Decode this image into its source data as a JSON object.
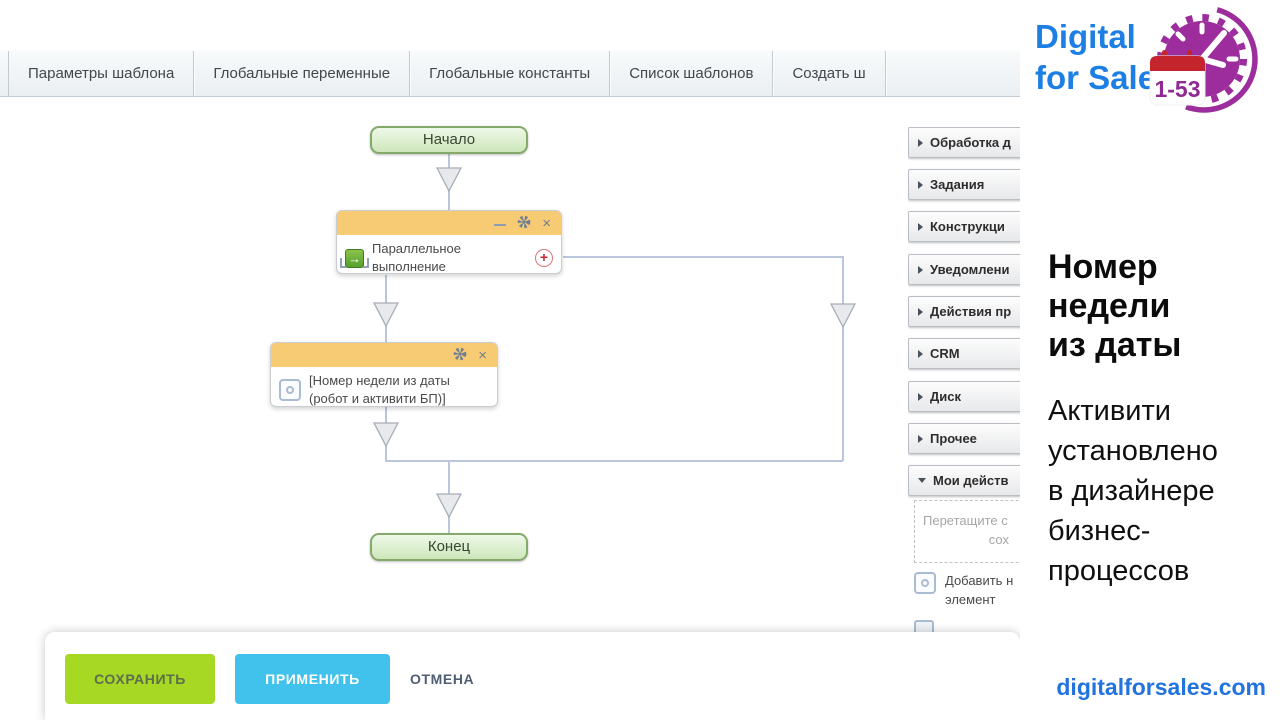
{
  "tabs": {
    "items": [
      {
        "label": "Параметры шаблона"
      },
      {
        "label": "Глобальные переменные"
      },
      {
        "label": "Глобальные константы"
      },
      {
        "label": "Список шаблонов"
      },
      {
        "label": "Создать ш"
      }
    ]
  },
  "flowchart": {
    "start": {
      "label": "Начало"
    },
    "parallel": {
      "line1": "Параллельное",
      "line2": "выполнение"
    },
    "activity": {
      "line1": "[Номер недели из даты",
      "line2": "(робот и активити БП)]"
    },
    "end": {
      "label": "Конец"
    }
  },
  "icons": {
    "minimize": "–",
    "close": "×",
    "add_branch": "+",
    "parallel_arrow": "→"
  },
  "sidebar": {
    "categories": [
      {
        "label": "Обработка д"
      },
      {
        "label": "Задания"
      },
      {
        "label": "Конструкци"
      },
      {
        "label": "Уведомлени"
      },
      {
        "label": "Действия пр"
      },
      {
        "label": "CRM"
      },
      {
        "label": "Диск"
      },
      {
        "label": "Прочее"
      },
      {
        "label": "Мои действ"
      }
    ],
    "dropzone": {
      "line1": "Перетащите с",
      "line2": "сох"
    },
    "actions": [
      {
        "line1": "Добавить н",
        "line2": "элемент"
      }
    ]
  },
  "footer": {
    "save": "СОХРАНИТЬ",
    "apply": "ПРИМЕНИТЬ",
    "cancel": "ОТМЕНА"
  },
  "branding": {
    "logo": {
      "line1": "Digital",
      "line2": "for Sales",
      "badge": "1-53"
    },
    "heading": {
      "line1": "Номер",
      "line2": "недели",
      "line3": "из даты"
    },
    "body": {
      "line1": "Активити",
      "line2": "установлено",
      "line3": "в дизайнере",
      "line4": "бизнес-",
      "line5": "процессов"
    },
    "website": "digitalforsales.com"
  },
  "colors": {
    "accent_green": "#a6d824",
    "accent_blue": "#41c2ec",
    "block_header": "#f7ca74",
    "brand_blue": "#1d7fe3",
    "brand_purple": "#9d2d9d",
    "connector": "#b9c6dc"
  }
}
